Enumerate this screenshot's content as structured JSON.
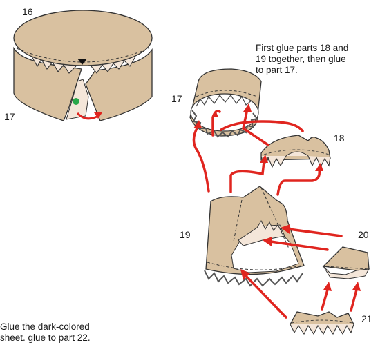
{
  "labels": {
    "p16": "16",
    "p17_top": "17",
    "p17_right": "17",
    "p18": "18",
    "p19": "19",
    "p20": "20",
    "p21": "21"
  },
  "notes": {
    "top_instruction": [
      "First glue parts 18 and",
      "19 together, then glue",
      "to part 17."
    ],
    "bottom_instruction": [
      "Glue the dark-colored",
      "sheet. glue to part 22."
    ]
  },
  "colors": {
    "paper": "#d9c1a0",
    "paper_light": "#f4e6d9",
    "outline": "#333333",
    "arrow": "#e0251f",
    "dot": "#2aa84a",
    "marker": "#111111"
  },
  "icons": {
    "glue_point": "green-dot-icon",
    "fold_marker": "triangle-marker-icon"
  }
}
